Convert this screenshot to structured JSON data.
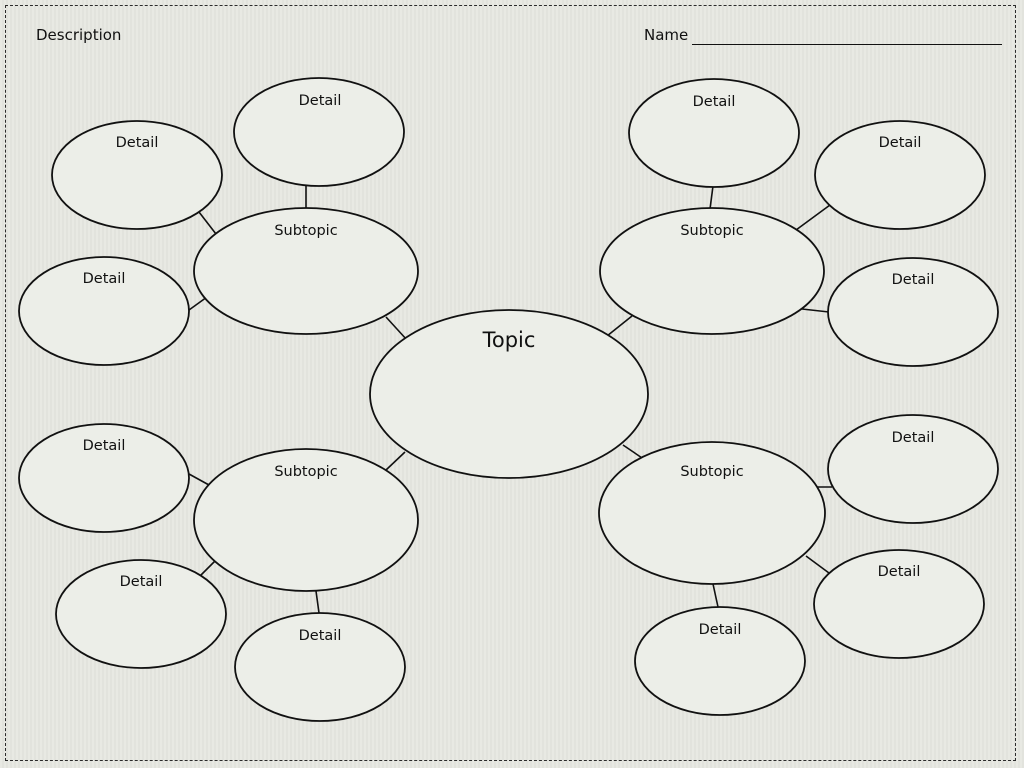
{
  "header": {
    "description_label": "Description",
    "name_label": "Name"
  },
  "topic": {
    "label": "Topic"
  },
  "subtopics": [
    {
      "label": "Subtopic",
      "details": [
        "Detail",
        "Detail",
        "Detail"
      ]
    },
    {
      "label": "Subtopic",
      "details": [
        "Detail",
        "Detail",
        "Detail"
      ]
    },
    {
      "label": "Subtopic",
      "details": [
        "Detail",
        "Detail",
        "Detail"
      ]
    },
    {
      "label": "Subtopic",
      "details": [
        "Detail",
        "Detail",
        "Detail"
      ]
    }
  ],
  "colors": {
    "stroke": "#111111",
    "node_fill": "#eceee8",
    "background": "#e4e5df"
  }
}
